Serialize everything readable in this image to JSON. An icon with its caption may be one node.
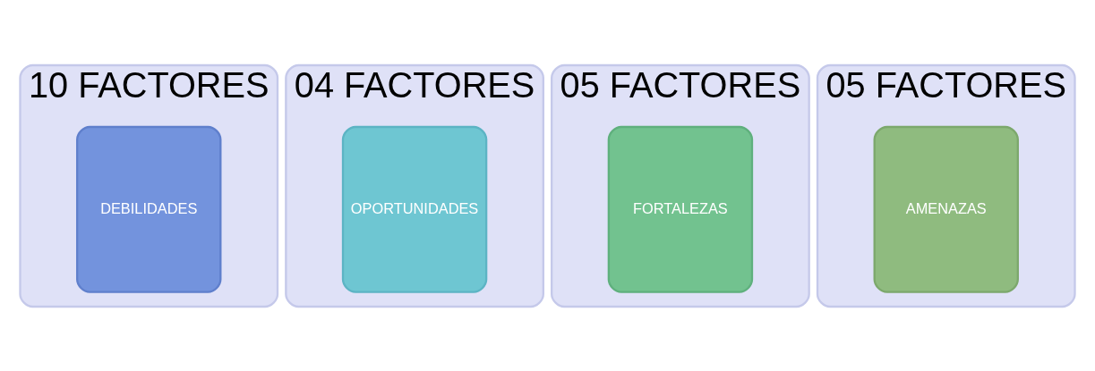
{
  "diagram": {
    "nodes": [
      {
        "text": [
          "10 FACTORES"
        ]
      },
      {
        "text": [
          "DEBILIDADES"
        ],
        "in": 0
      },
      {
        "text": [
          "04 FACTORES"
        ]
      },
      {
        "text": [
          "OPORTUNIDADES"
        ],
        "in": 2
      },
      {
        "text": [
          "05 FACTORES"
        ]
      },
      {
        "text": [
          "FORTALEZAS"
        ],
        "in": 4
      },
      {
        "text": [
          "05 FACTORES"
        ]
      },
      {
        "text": [
          "AMENAZAS"
        ],
        "in": 6
      }
    ]
  }
}
